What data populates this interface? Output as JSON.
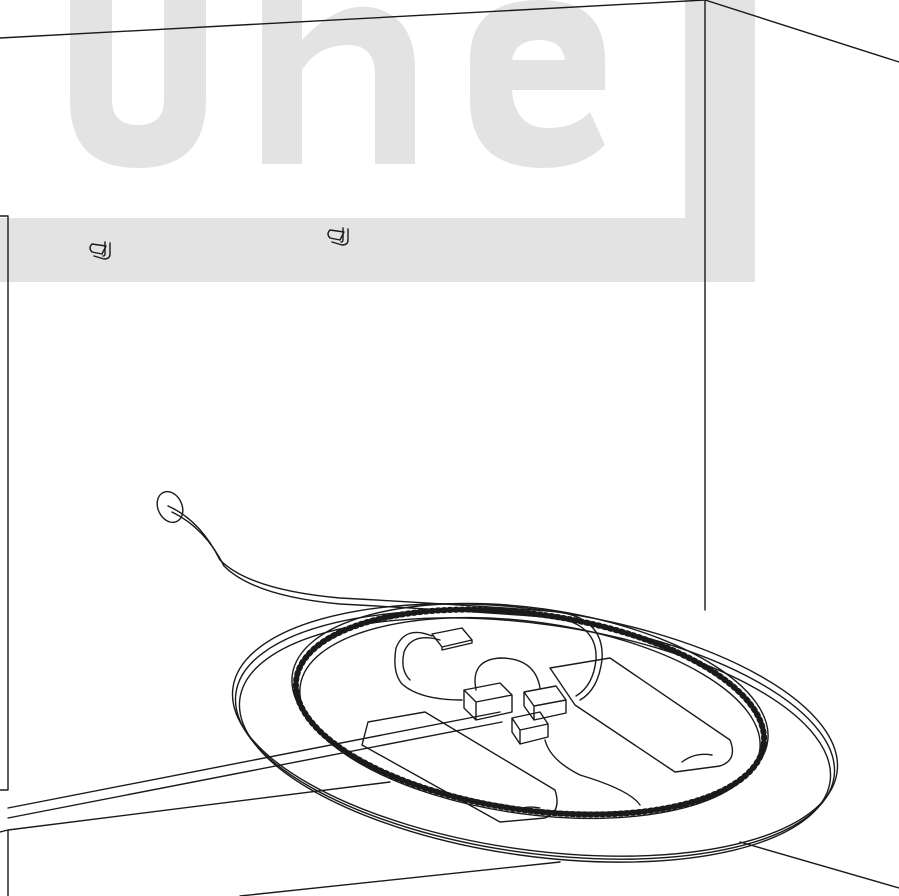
{
  "figure": {
    "kind": "line-art installation diagram",
    "parts": [
      "room-corner",
      "wall-bracket-hooks",
      "ceiling-cable-entry",
      "power-cable",
      "round-ceiling-lamp-base",
      "led-strip",
      "led-driver",
      "terminal-blocks",
      "mounting-plates"
    ],
    "colors": {
      "line": "#1a1a1a",
      "watermark": "#e3e3e3",
      "background": "#ffffff"
    }
  }
}
